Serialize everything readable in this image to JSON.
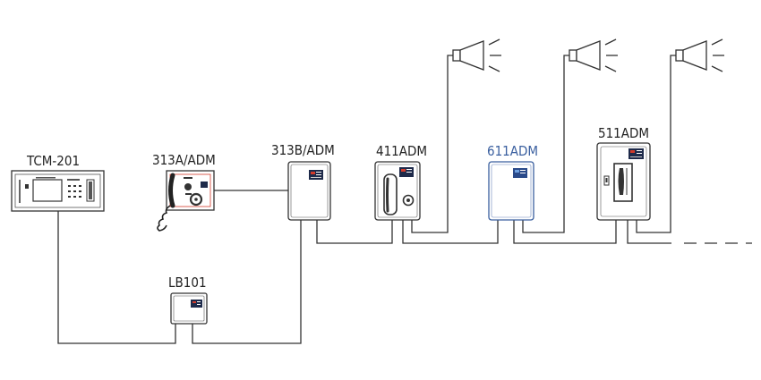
{
  "devices": {
    "tcm201": {
      "label": "TCM-201"
    },
    "a313": {
      "label": "313A/ADM"
    },
    "b313": {
      "label": "313B/ADM"
    },
    "d411": {
      "label": "411ADM"
    },
    "d611": {
      "label": "611ADM",
      "color": "#3a5f9f"
    },
    "d511": {
      "label": "511ADM"
    },
    "lb101": {
      "label": "LB101"
    }
  },
  "speakers": {
    "count": 3,
    "icon": "horn-speaker-icon"
  },
  "colors": {
    "line": "#333333",
    "highlight": "#3a5f9f",
    "plate": "#1e2a4a",
    "logo_red": "#d23a2a"
  }
}
